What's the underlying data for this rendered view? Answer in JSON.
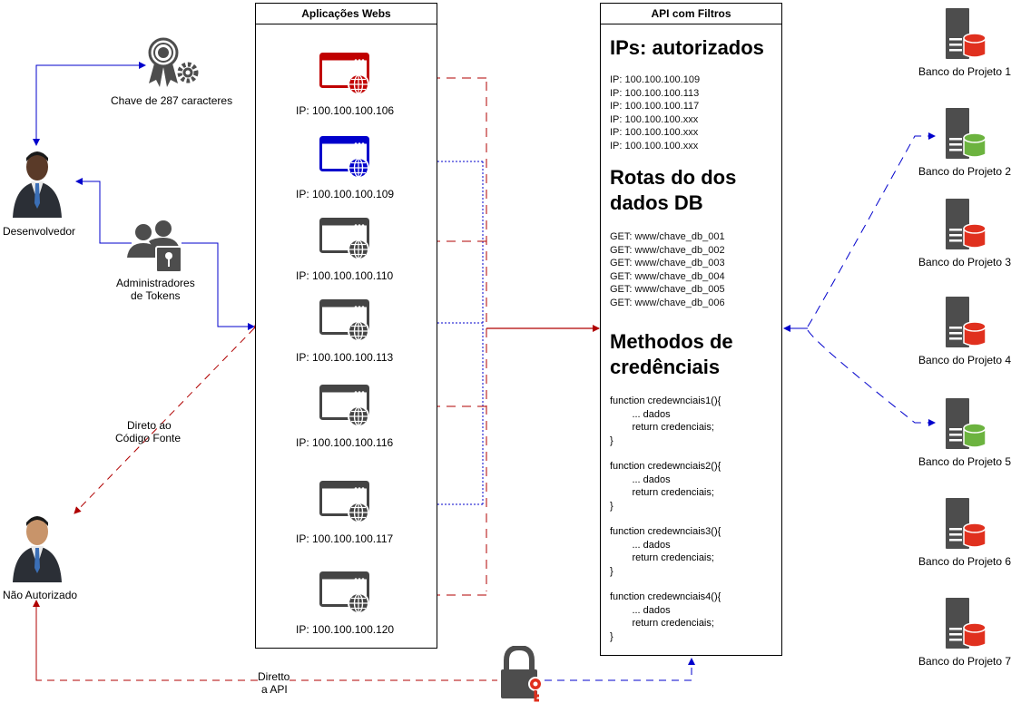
{
  "left": {
    "cert_label": "Chave de 287 caracteres",
    "developer_label": "Desenvolvedor",
    "admins_label_line1": "Administradores",
    "admins_label_line2": "de Tokens",
    "direct_label_line1": "Direto ao",
    "direct_label_line2": "Código Fonte",
    "unauth_label": "Não Autorizado",
    "api_direct_line1": "Diretto",
    "api_direct_line2": "a API"
  },
  "apps": {
    "title": "Aplicações Webs",
    "items": [
      {
        "ip": "IP: 100.100.100.106",
        "color": "#c00000"
      },
      {
        "ip": "IP: 100.100.100.109",
        "color": "#0000cc"
      },
      {
        "ip": "IP: 100.100.100.110",
        "color": "#444444"
      },
      {
        "ip": "IP: 100.100.100.113",
        "color": "#444444"
      },
      {
        "ip": "IP: 100.100.100.116",
        "color": "#444444"
      },
      {
        "ip": "IP: 100.100.100.117",
        "color": "#444444"
      },
      {
        "ip": "IP: 100.100.100.120",
        "color": "#444444"
      }
    ]
  },
  "api": {
    "title": "API com Filtros",
    "ips_heading": "IPs: autorizados",
    "ips": [
      "IP: 100.100.100.109",
      "IP: 100.100.100.113",
      "IP: 100.100.100.117",
      "IP: 100.100.100.xxx",
      "IP: 100.100.100.xxx",
      "IP: 100.100.100.xxx"
    ],
    "routes_heading_line1": "Rotas do dos",
    "routes_heading_line2": "dados DB",
    "routes": [
      "GET: www/chave_db_001",
      "GET: www/chave_db_002",
      "GET: www/chave_db_003",
      "GET: www/chave_db_004",
      "GET: www/chave_db_005",
      "GET: www/chave_db_006"
    ],
    "methods_heading_line1": "Methodos de",
    "methods_heading_line2": "credênciais",
    "functions": [
      {
        "sig": "function credewnciais1(){",
        "body1": "        ... dados",
        "body2": "        return credenciais;",
        "end": "}"
      },
      {
        "sig": "function credewnciais2(){",
        "body1": "        ... dados",
        "body2": "        return credenciais;",
        "end": "}"
      },
      {
        "sig": "function credewnciais3(){",
        "body1": "        ... dados",
        "body2": "        return credenciais;",
        "end": "}"
      },
      {
        "sig": "function credewnciais4(){",
        "body1": "        ... dados",
        "body2": "        return credenciais;",
        "end": "}"
      }
    ]
  },
  "databases": [
    {
      "label": "Banco do Projeto 1",
      "color": "#e0301e"
    },
    {
      "label": "Banco do Projeto 2",
      "color": "#6cb33f"
    },
    {
      "label": "Banco do Projeto 3",
      "color": "#e0301e"
    },
    {
      "label": "Banco do Projeto 4",
      "color": "#e0301e"
    },
    {
      "label": "Banco do Projeto 5",
      "color": "#6cb33f"
    },
    {
      "label": "Banco do Projeto 6",
      "color": "#e0301e"
    },
    {
      "label": "Banco do Projeto 7",
      "color": "#e0301e"
    }
  ],
  "colors": {
    "red_line": "#b00000",
    "blue_line": "#0000cc",
    "icon_gray": "#4d4d4d"
  }
}
